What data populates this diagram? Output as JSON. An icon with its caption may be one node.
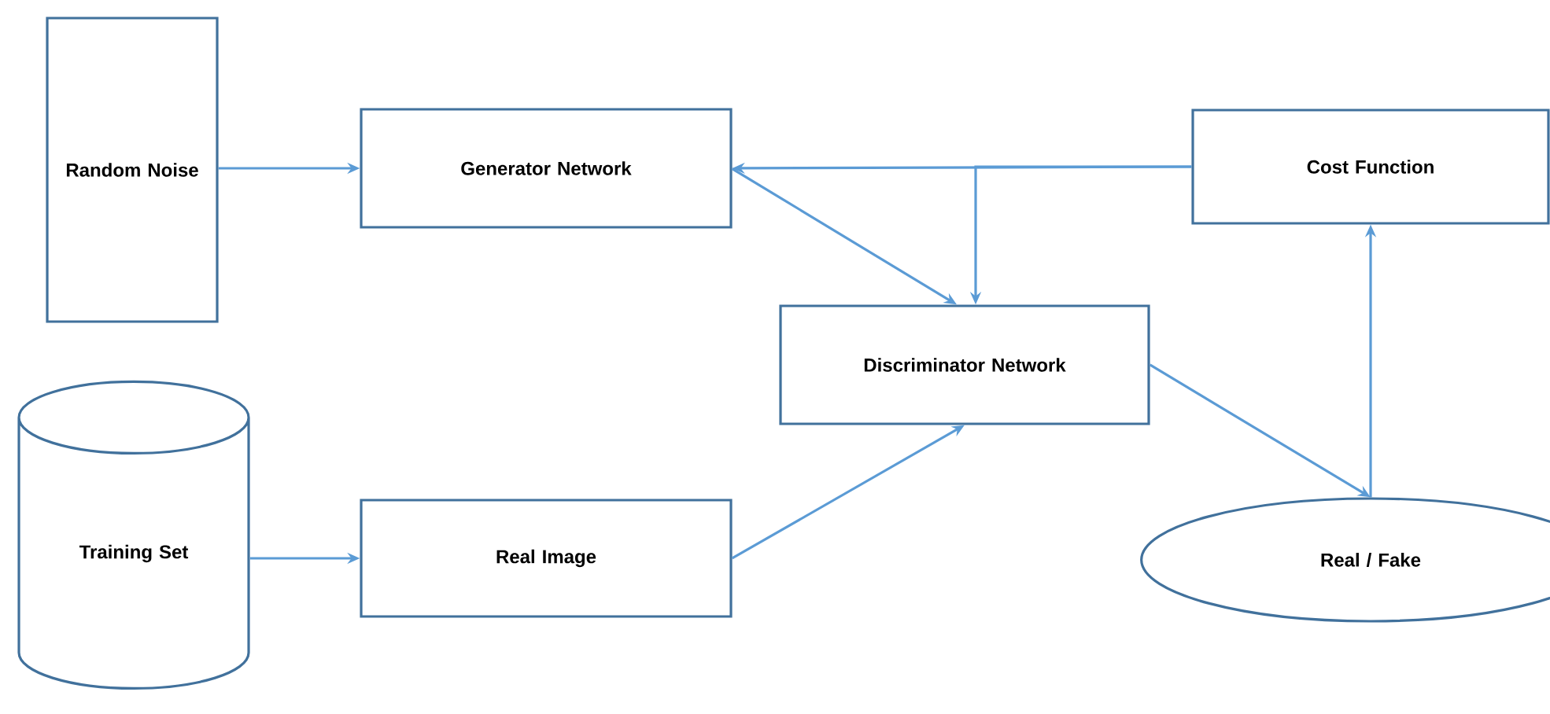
{
  "diagram": {
    "nodes": [
      {
        "text": [
          "Random Noise"
        ]
      },
      {
        "text": [
          "Generator Network"
        ]
      },
      {
        "text": [
          "Cost Function"
        ]
      },
      {
        "text": [
          "Discriminator Network"
        ]
      },
      {
        "text": [
          "Training Set"
        ]
      },
      {
        "text": [
          "Real Image"
        ]
      },
      {
        "text": [
          "Real / Fake"
        ]
      }
    ],
    "edges": [
      {
        "from": 0,
        "to": 1,
        "arrow": "to"
      },
      {
        "from": 2,
        "to": 1,
        "arrow": "to"
      },
      {
        "from": 2,
        "to": 3,
        "arrow": "to"
      },
      {
        "from": 1,
        "to": 3,
        "arrow": "to"
      },
      {
        "from": 4,
        "to": 5,
        "arrow": "to"
      },
      {
        "from": 5,
        "to": 3,
        "arrow": "to"
      },
      {
        "from": 3,
        "to": 6,
        "arrow": "to"
      },
      {
        "from": 6,
        "to": 2,
        "arrow": "to"
      }
    ]
  }
}
